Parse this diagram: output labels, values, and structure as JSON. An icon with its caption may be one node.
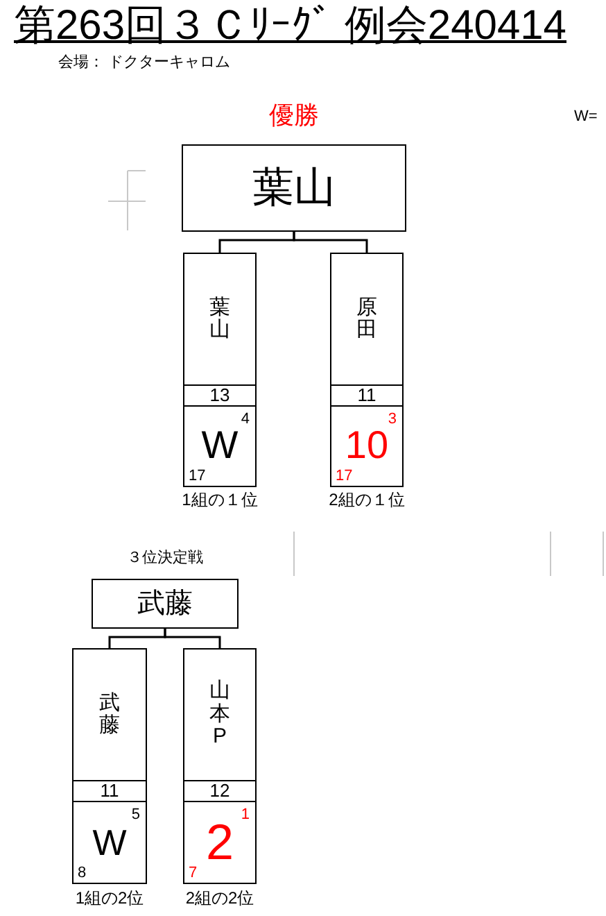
{
  "diagram": {
    "title": "第263回３Ｃﾘｰｸﾞ 例会240414",
    "nodes": [
      {
        "text": [
          "葉山"
        ],
        "beside": [
          "優勝"
        ]
      },
      {
        "text": [
          "葉山"
        ]
      },
      {
        "text": [
          "13"
        ]
      },
      {
        "text": [
          "4",
          "W",
          "17"
        ],
        "beside": [
          "1組の１位"
        ]
      },
      {
        "text": [
          "原田"
        ]
      },
      {
        "text": [
          "11"
        ]
      },
      {
        "text": [
          "3",
          "10",
          "17"
        ],
        "beside": [
          "2組の１位"
        ]
      },
      {
        "text": [
          "武藤"
        ],
        "beside": [
          "３位決定戦"
        ]
      },
      {
        "text": [
          "武藤"
        ]
      },
      {
        "text": [
          "11"
        ]
      },
      {
        "text": [
          "5",
          "W",
          "8"
        ],
        "beside": [
          "1組の2位"
        ]
      },
      {
        "text": [
          "山本P"
        ]
      },
      {
        "text": [
          "12"
        ]
      },
      {
        "text": [
          "1",
          "2",
          "7"
        ],
        "beside": [
          "2組の2位"
        ]
      }
    ],
    "edges": [
      {
        "from": 0,
        "to": 1,
        "arrow": "none"
      },
      {
        "from": 0,
        "to": 4,
        "arrow": "none"
      },
      {
        "from": 7,
        "to": 8,
        "arrow": "none"
      },
      {
        "from": 7,
        "to": 11,
        "arrow": "none"
      }
    ],
    "labels": [
      "会場： ドクターキャロム",
      "W="
    ]
  }
}
